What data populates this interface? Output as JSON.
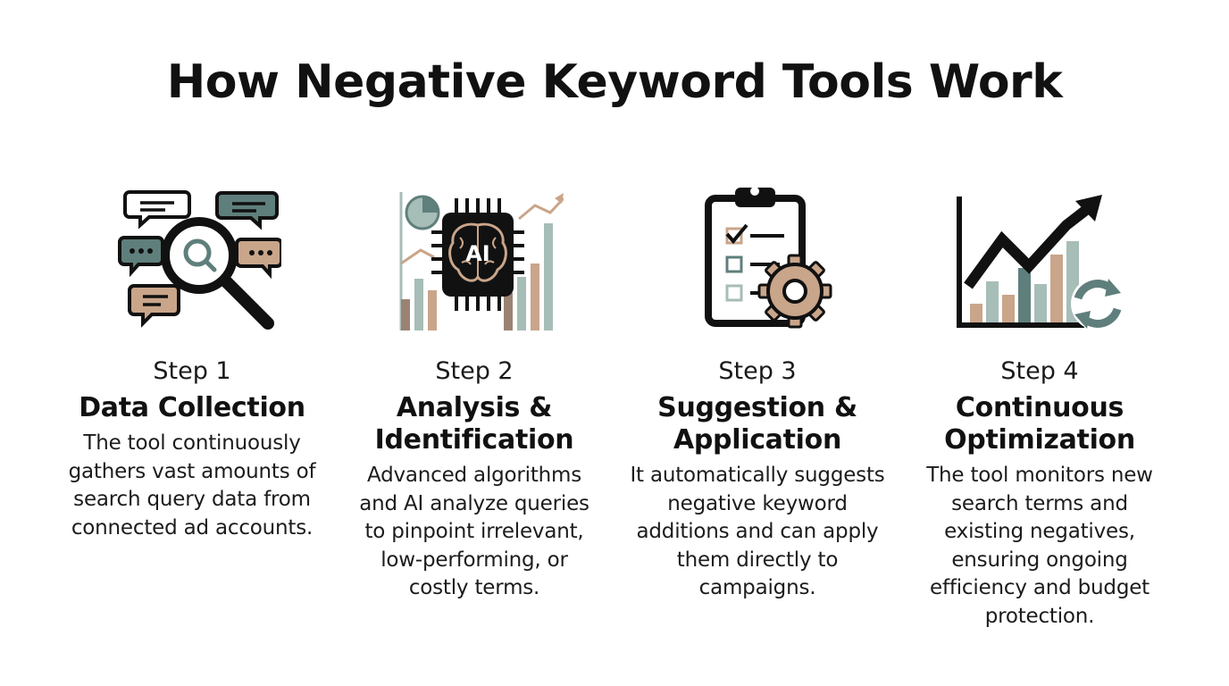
{
  "title": "How Negative Keyword Tools Work",
  "colors": {
    "teal": "#5f7f7c",
    "tan": "#c9a58a",
    "sage": "#a7bdb7",
    "dark": "#111111"
  },
  "steps": [
    {
      "number": "Step 1",
      "name": "Data Collection",
      "description": "The tool continuously gathers vast amounts of search query data from connected ad accounts.",
      "icon": "magnifier-speech-bubbles-icon"
    },
    {
      "number": "Step 2",
      "name": "Analysis & Identification",
      "description": "Advanced algorithms and AI analyze queries to pinpoint irrelevant, low-performing,  or costly terms.",
      "icon": "ai-chip-chart-icon",
      "chip_label": "AI"
    },
    {
      "number": "Step 3",
      "name": "Suggestion & Application",
      "description": "It automatically suggests negative keyword additions and can apply them directly to campaigns.",
      "icon": "clipboard-gear-icon"
    },
    {
      "number": "Step 4",
      "name": "Continuous Optimization",
      "description": "The tool monitors new search terms and existing negatives, ensuring ongoing efficiency and budget protection.",
      "icon": "growth-chart-refresh-icon"
    }
  ]
}
